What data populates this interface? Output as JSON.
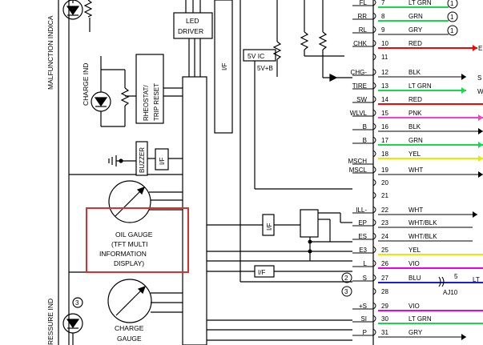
{
  "left_labels": {
    "malfunction": "MALFUNCTION INDICA",
    "charge_ind": "CHARGE IND",
    "pressure_ind": "RESSURE IND"
  },
  "blocks": {
    "led_driver_1": "LED",
    "led_driver_2": "DRIVER",
    "rheostat_1": "RHEOSTAT/",
    "rheostat_2": "TRIP RESET",
    "buzzer": "BUZZER",
    "if_label": "I/F",
    "if_main": "I/F",
    "five_vic": "5V IC",
    "five_vb": "5V+B",
    "if_ep": "I/F",
    "if_l": "I/F"
  },
  "oil_gauge_lines": [
    "OIL GAUGE",
    "(TFT MULTI",
    "INFORMATION",
    "DISPLAY)"
  ],
  "charge_gauge_lines": [
    "CHARGE",
    "GAUGE"
  ],
  "circle_marker": "3",
  "terminals": [
    {
      "name": "FL",
      "pin": "7",
      "wire": "LT GRN",
      "mark": "1"
    },
    {
      "name": "RR",
      "pin": "8",
      "wire": "GRN",
      "mark": "1"
    },
    {
      "name": "RL",
      "pin": "9",
      "wire": "GRY",
      "mark": "1"
    },
    {
      "name": "CHK",
      "pin": "10",
      "wire": "RED",
      "mark": ""
    },
    {
      "name": "",
      "pin": "11",
      "wire": "",
      "mark": ""
    },
    {
      "name": "CHG-",
      "pin": "12",
      "wire": "BLK",
      "mark": ""
    },
    {
      "name": "TIRE",
      "pin": "13",
      "wire": "LT GRN",
      "mark": ""
    },
    {
      "name": "SW",
      "pin": "14",
      "wire": "RED",
      "mark": ""
    },
    {
      "name": "WLVL",
      "pin": "15",
      "wire": "PNK",
      "mark": ""
    },
    {
      "name": "B",
      "pin": "16",
      "wire": "BLK",
      "mark": ""
    },
    {
      "name": "B",
      "pin": "17",
      "wire": "GRN",
      "mark": ""
    },
    {
      "name": "",
      "pin": "18",
      "wire": "YEL",
      "mark": ""
    },
    {
      "name": "MSCH",
      "pin": "",
      "wire": "",
      "mark": ""
    },
    {
      "name": "MSCL",
      "pin": "19",
      "wire": "WHT",
      "mark": ""
    },
    {
      "name": "",
      "pin": "20",
      "wire": "",
      "mark": ""
    },
    {
      "name": "",
      "pin": "21",
      "wire": "",
      "mark": ""
    },
    {
      "name": "ILL-",
      "pin": "22",
      "wire": "WHT",
      "mark": ""
    },
    {
      "name": "EP",
      "pin": "23",
      "wire": "WHT/BLK",
      "mark": ""
    },
    {
      "name": "ES",
      "pin": "24",
      "wire": "WHT/BLK",
      "mark": ""
    },
    {
      "name": "E3",
      "pin": "25",
      "wire": "YEL",
      "mark": ""
    },
    {
      "name": "L",
      "pin": "26",
      "wire": "VIO",
      "mark": ""
    },
    {
      "name": "S",
      "pin": "27",
      "wire": "BLU",
      "mark": "2"
    },
    {
      "name": "",
      "pin": "28",
      "wire": "",
      "mark": "3"
    },
    {
      "name": "+S",
      "pin": "29",
      "wire": "VIO",
      "mark": ""
    },
    {
      "name": "SI",
      "pin": "30",
      "wire": "LT GRN",
      "mark": ""
    },
    {
      "name": "P",
      "pin": "31",
      "wire": "GRY",
      "mark": ""
    }
  ],
  "right_edge_labels": {
    "e": "E",
    "s": "S",
    "w": "W",
    "five": "5",
    "lt": "LT",
    "aj10": "AJ10"
  },
  "colors": {
    "red": "#ff0000",
    "green": "#17d84a",
    "pink": "#ff39c8",
    "yellow": "#e8e800",
    "violet": "#e800e8",
    "blue": "#1c1cd6",
    "highlight_box": "#d93030"
  }
}
